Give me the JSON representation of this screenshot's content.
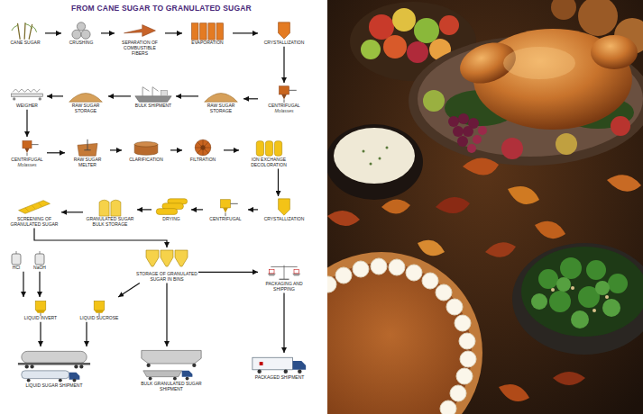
{
  "diagram": {
    "title": "FROM CANE SUGAR TO GRANULATED SUGAR",
    "nodes": [
      {
        "text": [
          "CANE SUGAR"
        ]
      },
      {
        "text": [
          "CRUSHING"
        ]
      },
      {
        "text": [
          "SEPARATION OF COMBUSTIBLE FIBERS"
        ]
      },
      {
        "text": [
          "EVAPORATION"
        ]
      },
      {
        "text": [
          "CRYSTALLIZATION"
        ]
      },
      {
        "text": [
          "CENTRIFUGAL",
          "Molasses"
        ]
      },
      {
        "text": [
          "RAW SUGAR STORAGE"
        ]
      },
      {
        "text": [
          "BULK SHIPMENT"
        ]
      },
      {
        "text": [
          "RAW SUGAR STORAGE"
        ]
      },
      {
        "text": [
          "WEIGHER"
        ]
      },
      {
        "text": [
          "CENTRIFUGAL",
          "Molasses"
        ]
      },
      {
        "text": [
          "RAW SUGAR MELTER"
        ]
      },
      {
        "text": [
          "CLARIFICATION"
        ]
      },
      {
        "text": [
          "FILTRATION"
        ]
      },
      {
        "text": [
          "ION EXCHANGE DECOLORATION"
        ]
      },
      {
        "text": [
          "CRYSTALLIZATION"
        ]
      },
      {
        "text": [
          "CENTRIFUGAL"
        ]
      },
      {
        "text": [
          "DRYING"
        ]
      },
      {
        "text": [
          "GRANULATED SUGAR BULK STORAGE"
        ]
      },
      {
        "text": [
          "SCREENING OF GRANULATED SUGAR"
        ]
      },
      {
        "text": [
          "HCl"
        ]
      },
      {
        "text": [
          "NaOH"
        ]
      },
      {
        "text": [
          "LIQUID INVERT"
        ]
      },
      {
        "text": [
          "LIQUID SUCROSE"
        ]
      },
      {
        "text": [
          "STORAGE OF GRANULATED SUGAR IN BINS"
        ]
      },
      {
        "text": [
          "PACKAGING AND SHIPPING"
        ]
      },
      {
        "text": [
          "LIQUID SUGAR SHIPMENT"
        ]
      },
      {
        "text": [
          "BULK GRANULATED SUGAR SHIPMENT"
        ]
      },
      {
        "text": [
          "PACKAGED SHIPMENT"
        ]
      }
    ],
    "edges": [
      {
        "from": 0,
        "to": 1,
        "arrow": "to"
      },
      {
        "from": 1,
        "to": 2,
        "arrow": "to"
      },
      {
        "from": 2,
        "to": 3,
        "arrow": "to"
      },
      {
        "from": 3,
        "to": 4,
        "arrow": "to"
      },
      {
        "from": 4,
        "to": 5,
        "arrow": "to"
      },
      {
        "from": 5,
        "to": 6,
        "arrow": "to"
      },
      {
        "from": 6,
        "to": 7,
        "arrow": "to"
      },
      {
        "from": 7,
        "to": 8,
        "arrow": "to"
      },
      {
        "from": 8,
        "to": 9,
        "arrow": "to"
      },
      {
        "from": 9,
        "to": 10,
        "arrow": "to"
      },
      {
        "from": 10,
        "to": 11,
        "arrow": "to"
      },
      {
        "from": 11,
        "to": 12,
        "arrow": "to"
      },
      {
        "from": 12,
        "to": 13,
        "arrow": "to"
      },
      {
        "from": 13,
        "to": 14,
        "arrow": "to"
      },
      {
        "from": 14,
        "to": 15,
        "arrow": "to"
      },
      {
        "from": 15,
        "to": 16,
        "arrow": "to"
      },
      {
        "from": 16,
        "to": 17,
        "arrow": "to"
      },
      {
        "from": 17,
        "to": 18,
        "arrow": "to"
      },
      {
        "from": 18,
        "to": 19,
        "arrow": "to"
      },
      {
        "from": 19,
        "to": 24,
        "arrow": "to"
      },
      {
        "from": 20,
        "to": 22,
        "arrow": "to"
      },
      {
        "from": 21,
        "to": 22,
        "arrow": "to"
      },
      {
        "from": 24,
        "to": 23,
        "arrow": "to"
      },
      {
        "from": 24,
        "to": 25,
        "arrow": "to"
      },
      {
        "from": 24,
        "to": 27,
        "arrow": "to"
      },
      {
        "from": 22,
        "to": 26,
        "arrow": "to"
      },
      {
        "from": 23,
        "to": 26,
        "arrow": "to"
      },
      {
        "from": 25,
        "to": 28,
        "arrow": "to"
      }
    ]
  }
}
